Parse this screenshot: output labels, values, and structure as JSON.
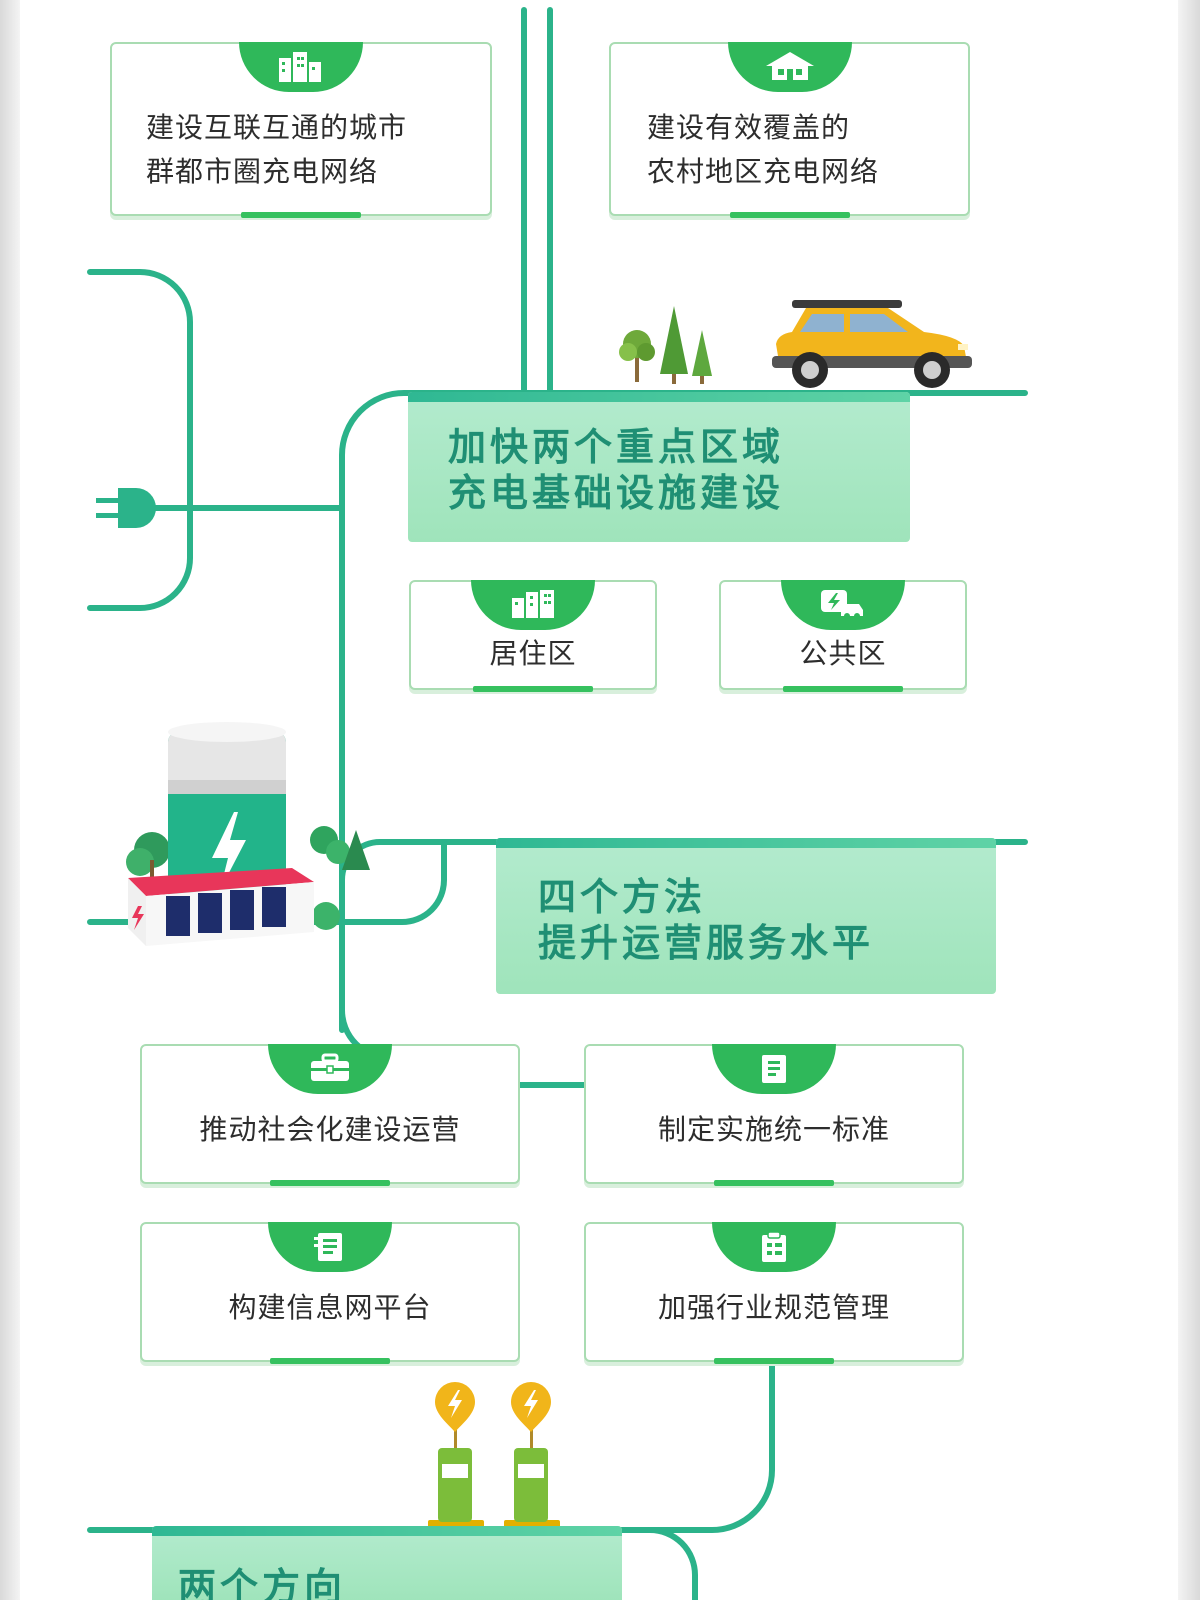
{
  "colors": {
    "line": "#2bb38a",
    "tab": "#2fb85a",
    "banner_text": "#1f8f74",
    "card_border": "#a9dcb2"
  },
  "cards": {
    "city_network": {
      "line1": "建设互联互通的城市",
      "line2": "群都市圈充电网络",
      "icon": "buildings-icon"
    },
    "rural_network": {
      "line1": "建设有效覆盖的",
      "line2": "农村地区充电网络",
      "icon": "house-icon"
    },
    "residential": {
      "label": "居住区",
      "icon": "apartment-icon"
    },
    "public_area": {
      "label": "公共区",
      "icon": "charging-car-icon"
    },
    "socialized_ops": {
      "label": "推动社会化建设运营",
      "icon": "toolbox-icon"
    },
    "unified_standard": {
      "label": "制定实施统一标准",
      "icon": "document-icon"
    },
    "info_platform": {
      "label": "构建信息网平台",
      "icon": "notebook-icon"
    },
    "industry_mgmt": {
      "label": "加强行业规范管理",
      "icon": "clipboard-icon"
    }
  },
  "banners": {
    "two_regions": {
      "line1": "加快两个重点区域",
      "line2": "充电基础设施建设"
    },
    "four_methods": {
      "line1": "四个方法",
      "line2": "提升运营服务水平"
    },
    "two_directions": {
      "line1": "两个方向"
    }
  },
  "illustrations": [
    "yellow-car-icon",
    "trees-icon",
    "plug-icon",
    "battery-icon",
    "charging-station-icon"
  ]
}
